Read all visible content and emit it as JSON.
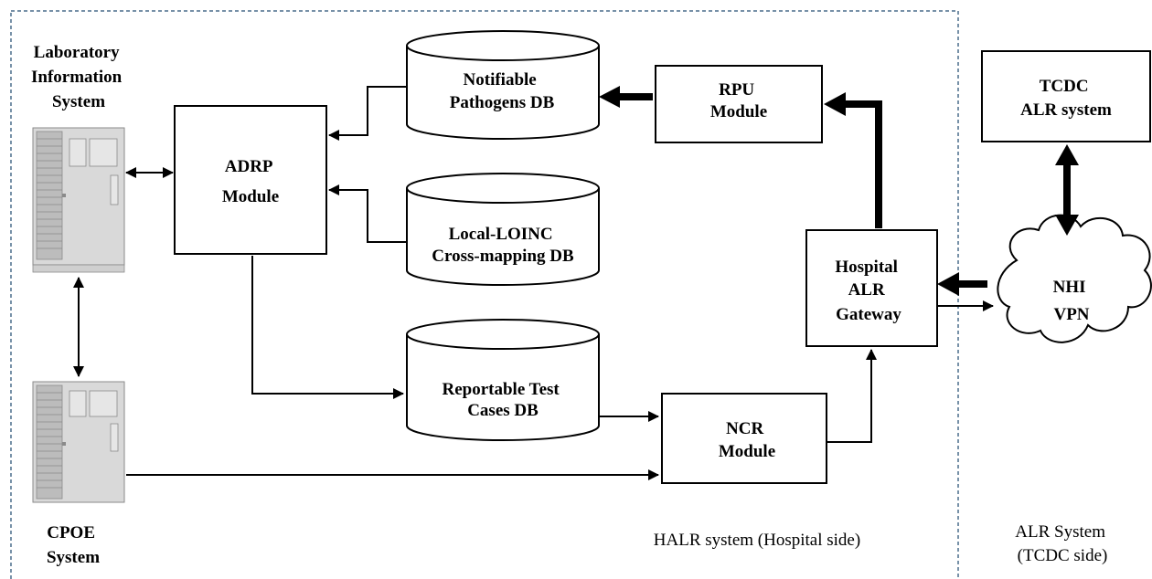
{
  "diagram": {
    "labels": {
      "lis": [
        "Laboratory",
        "Information",
        "System"
      ],
      "cpoe": [
        "CPOE",
        "System"
      ],
      "adrp": [
        "ADRP",
        "Module"
      ],
      "notifiable_db": [
        "Notifiable",
        "Pathogens DB"
      ],
      "loinc_db": [
        "Local-LOINC",
        "Cross-mapping DB"
      ],
      "reportable_db": [
        "Reportable Test",
        "Cases DB"
      ],
      "rpu": [
        "RPU",
        "Module"
      ],
      "ncr": [
        "NCR",
        "Module"
      ],
      "gateway": [
        "Hospital",
        "ALR",
        "Gateway"
      ],
      "tcdc": [
        "TCDC",
        "ALR system"
      ],
      "nhi": [
        "NHI",
        "VPN"
      ],
      "halr_caption": "HALR system (Hospital side)",
      "alr_caption": [
        "ALR System",
        "(TCDC side)"
      ]
    }
  }
}
